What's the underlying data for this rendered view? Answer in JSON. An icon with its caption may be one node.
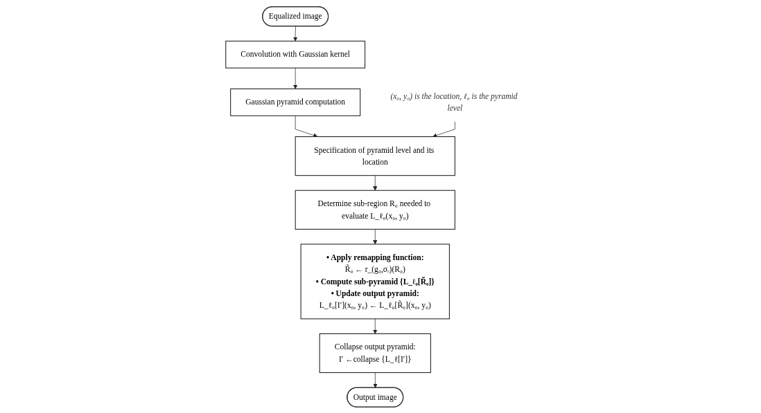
{
  "diagram": {
    "nodes": [
      {
        "text": [
          "Equalized image"
        ]
      },
      {
        "text": [
          "Convolution with Gaussian kernel"
        ]
      },
      {
        "text": [
          "Gaussian pyramid computation"
        ]
      },
      {
        "text": [
          "(x₀, y₀) is the location, ℓ₀ is the pyramid level"
        ]
      },
      {
        "text": [
          "Specification of pyramid level and its location"
        ]
      },
      {
        "text": [
          "Determine sub-region R₀ needed to evaluate L_ℓ₀(x₀, y₀)"
        ]
      },
      {
        "text": [
          "• Apply remapping function:",
          "R̃₀ ← r_(g₀,σᵣ)(R₀)",
          "• Compute sub-pyramid {L_ℓ₀[R̃₀]}",
          "• Update output pyramid:",
          "L_ℓ₀[I′](x₀, y₀) ← L_ℓ₀[R̃₀](x₀, y₀)"
        ]
      },
      {
        "text": [
          "Collapse output pyramid:",
          "I′ ←collapse {L_ℓ[I′]}"
        ]
      },
      {
        "text": [
          "Output image"
        ]
      }
    ],
    "edges": [
      {
        "from": 0,
        "to": 1,
        "arrow": "to"
      },
      {
        "from": 1,
        "to": 2,
        "arrow": "to"
      },
      {
        "from": 2,
        "to": 4,
        "arrow": "to"
      },
      {
        "from": 3,
        "to": 4,
        "arrow": "to"
      },
      {
        "from": 4,
        "to": 5,
        "arrow": "to"
      },
      {
        "from": 5,
        "to": 6,
        "arrow": "to"
      },
      {
        "from": 6,
        "to": 7,
        "arrow": "to"
      },
      {
        "from": 7,
        "to": 8,
        "arrow": "to"
      }
    ]
  }
}
